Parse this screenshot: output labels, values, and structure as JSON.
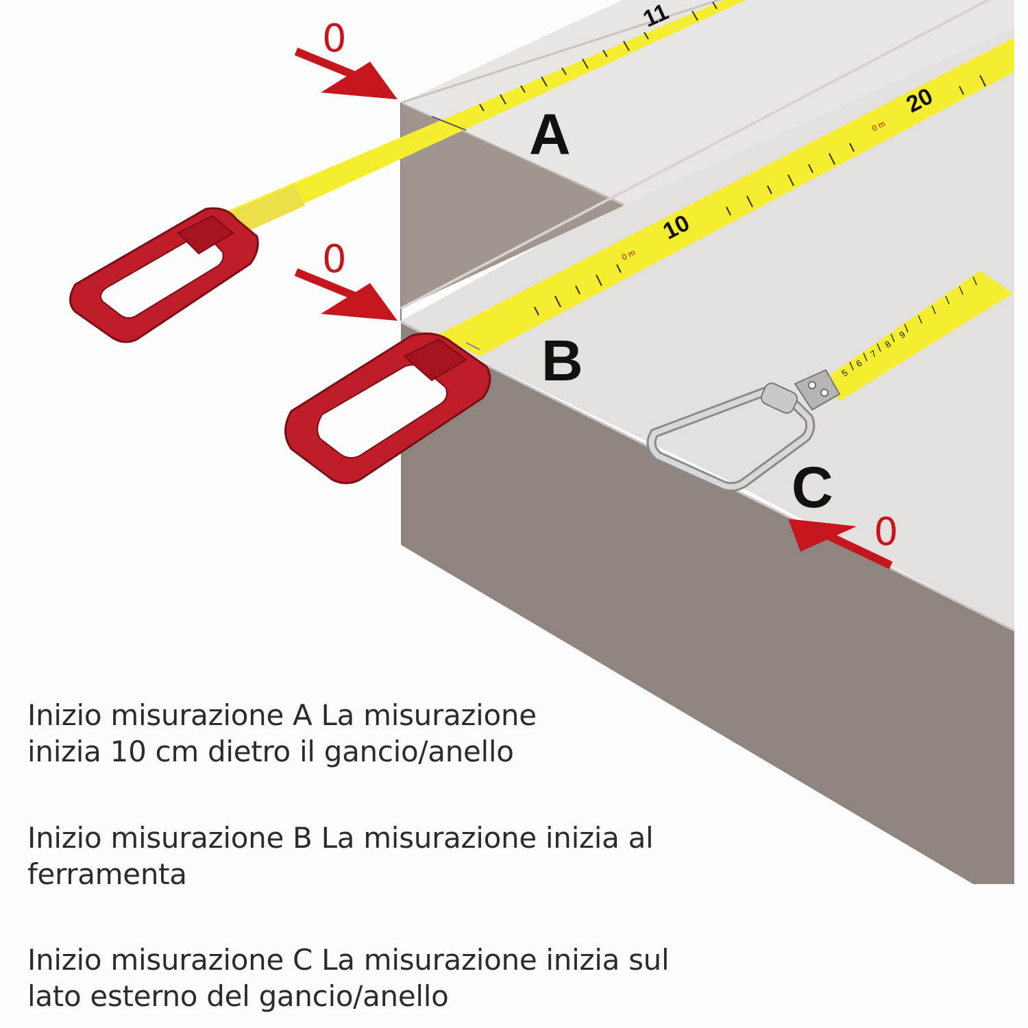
{
  "diagram": {
    "labels": {
      "a": "A",
      "b": "B",
      "c": "C"
    },
    "zero_markers": {
      "a": "0",
      "b": "0",
      "c": "0"
    },
    "tape_a": {
      "numbers": [
        "11"
      ]
    },
    "tape_b": {
      "numbers": [
        "20",
        "10"
      ],
      "small_marks": [
        "0 m",
        "0 m"
      ]
    },
    "tape_c": {
      "numbers": [
        "5",
        "6",
        "7",
        "8",
        "9"
      ]
    },
    "colors": {
      "tape": "#f5ee2e",
      "handle": "#c01d2b",
      "arrow": "#c4161c",
      "block_side": "#8f8580",
      "block_top": "#e2dedc",
      "ring": "#b9b9b9"
    }
  },
  "captions": [
    {
      "line1": "Inizio misurazione A La misurazione",
      "line2": "inizia 10 cm dietro il gancio/anello"
    },
    {
      "line1": "Inizio misurazione B La misurazione inizia al",
      "line2": "ferramenta"
    },
    {
      "line1": "Inizio misurazione C La misurazione inizia sul",
      "line2": "lato esterno del gancio/anello"
    }
  ]
}
